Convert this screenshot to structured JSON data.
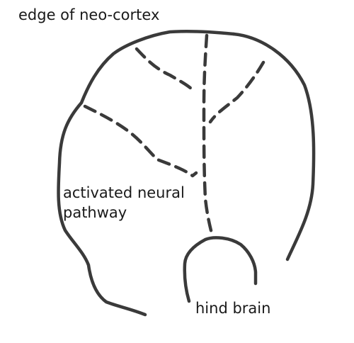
{
  "labels": {
    "neocortex_edge": "edge of neo-cortex",
    "activated_pathway_line1": "activated neural",
    "activated_pathway_line2": "pathway",
    "hind_brain": "hind brain"
  },
  "colors": {
    "ink": "#3a3a3a",
    "text": "#1a1a1a",
    "background": "#ffffff"
  }
}
